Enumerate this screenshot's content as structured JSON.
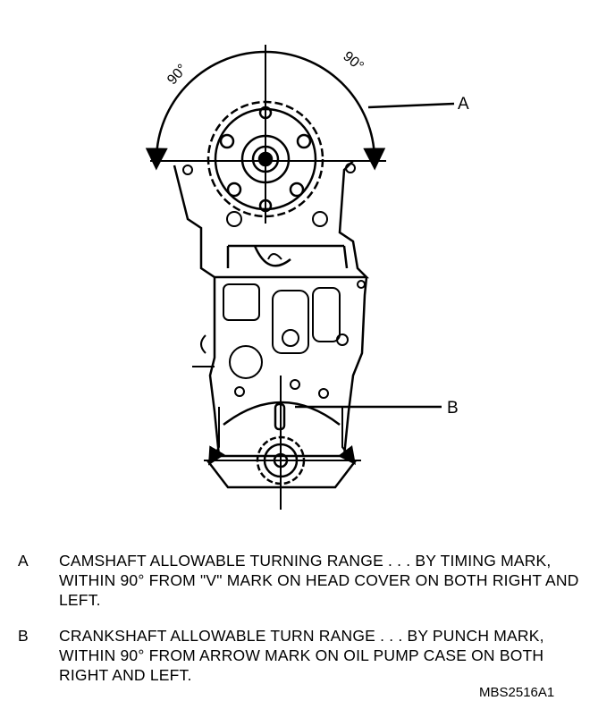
{
  "figure": {
    "angle_left": "90°",
    "angle_right": "90°",
    "callout_a": "A",
    "callout_b": "B",
    "code": "MBS2516A1"
  },
  "legend": [
    {
      "key": "A",
      "text": "CAMSHAFT ALLOWABLE TURNING RANGE . . . BY TIMING MARK, WITHIN 90° FROM \"V\" MARK ON HEAD COVER ON BOTH RIGHT AND LEFT."
    },
    {
      "key": "B",
      "text": "CRANKSHAFT ALLOWABLE TURN RANGE . . . BY PUNCH MARK, WITHIN 90° FROM ARROW MARK ON OIL PUMP CASE ON BOTH RIGHT AND LEFT."
    }
  ]
}
